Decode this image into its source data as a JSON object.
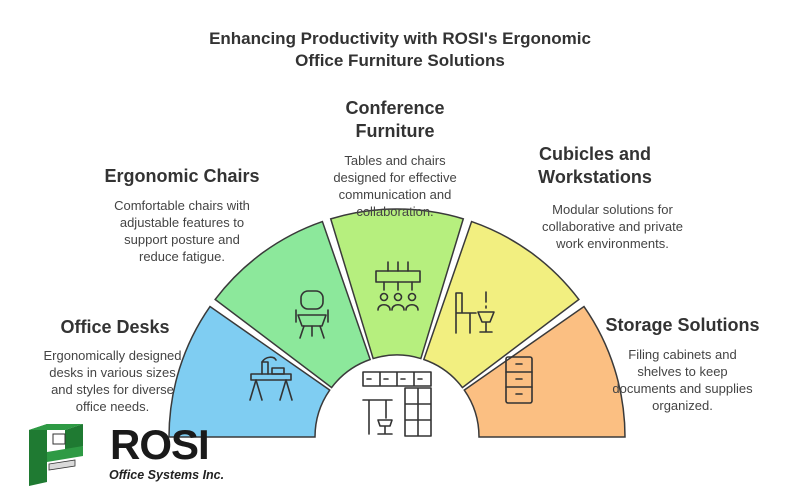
{
  "title": {
    "line1": "Enhancing Productivity with ROSI's Ergonomic",
    "line2": "Office Furniture Solutions"
  },
  "sections": {
    "office_desks": {
      "heading": "Office Desks",
      "desc": [
        "Ergonomically designed",
        "desks in various sizes",
        "and styles for diverse",
        "office needs."
      ],
      "color": "#7fcdf2"
    },
    "ergonomic_chairs": {
      "heading": "Ergonomic Chairs",
      "desc": [
        "Comfortable chairs with",
        "adjustable features to",
        "support posture and",
        "reduce fatigue."
      ],
      "color": "#8ce89b"
    },
    "conference_furniture": {
      "heading": [
        "Conference",
        "Furniture"
      ],
      "desc": [
        "Tables and chairs",
        "designed for effective",
        "communication and",
        "collaboration."
      ],
      "color": "#b6ef7e"
    },
    "cubicles_workstations": {
      "heading": [
        "Cubicles and",
        "Workstations"
      ],
      "desc": [
        "Modular solutions for",
        "collaborative and private",
        "work environments."
      ],
      "color": "#f2ef80"
    },
    "storage_solutions": {
      "heading": "Storage Solutions",
      "desc": [
        "Filing cabinets and",
        "shelves to keep",
        "documents and supplies",
        "organized."
      ],
      "color": "#fbbf82"
    }
  },
  "logo": {
    "brand": "ROSI",
    "subtitle": "Office Systems Inc.",
    "color": "#1f7a32"
  },
  "icons": [
    "desk-icon",
    "chair-icon",
    "conference-table-icon",
    "workstation-icon",
    "storage-cabinet-icon",
    "office-furniture-icon"
  ]
}
